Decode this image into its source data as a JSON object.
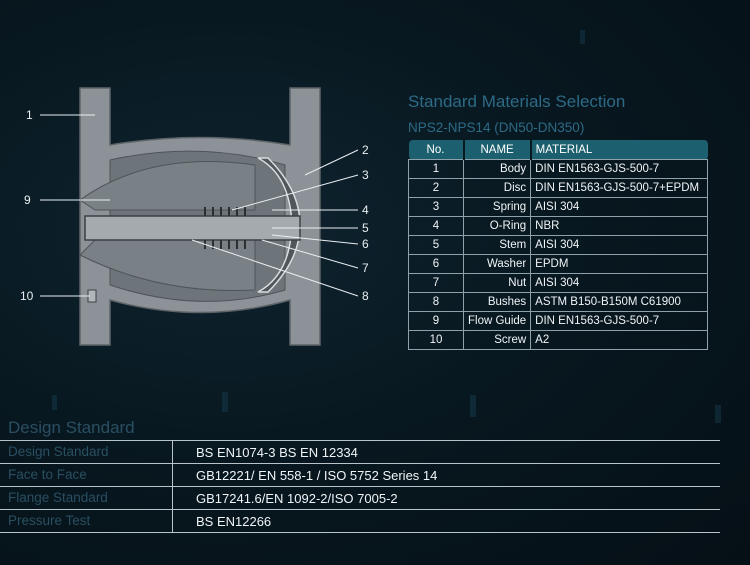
{
  "diagram": {
    "callouts": [
      "1",
      "2",
      "3",
      "4",
      "5",
      "6",
      "7",
      "8",
      "9",
      "10"
    ]
  },
  "materials": {
    "title": "Standard Materials Selection",
    "subtitle": "NPS2-NPS14 (DN50-DN350)",
    "headers": {
      "no": "No.",
      "name": "NAME",
      "material": "MATERIAL"
    },
    "rows": [
      {
        "no": "1",
        "name": "Body",
        "material": "DIN EN1563-GJS-500-7"
      },
      {
        "no": "2",
        "name": "Disc",
        "material": "DIN EN1563-GJS-500-7+EPDM"
      },
      {
        "no": "3",
        "name": "Spring",
        "material": "AISI 304"
      },
      {
        "no": "4",
        "name": "O-Ring",
        "material": "NBR"
      },
      {
        "no": "5",
        "name": "Stem",
        "material": "AISI 304"
      },
      {
        "no": "6",
        "name": "Washer",
        "material": "EPDM"
      },
      {
        "no": "7",
        "name": "Nut",
        "material": "AISI 304"
      },
      {
        "no": "8",
        "name": "Bushes",
        "material": "ASTM B150-B150M C61900"
      },
      {
        "no": "9",
        "name": "Flow Guide",
        "material": "DIN EN1563-GJS-500-7"
      },
      {
        "no": "10",
        "name": "Screw",
        "material": "A2"
      }
    ]
  },
  "design_standard": {
    "title": "Design Standard",
    "rows": [
      {
        "label": "Design Standard",
        "value": "BS EN1074-3   BS EN 12334"
      },
      {
        "label": "Face to Face",
        "value": "GB12221/ EN 558-1 / ISO 5752 Series 14"
      },
      {
        "label": "Flange Standard",
        "value": "GB17241.6/EN 1092-2/ISO 7005-2"
      },
      {
        "label": "Pressure Test",
        "value": "BS EN12266"
      }
    ]
  },
  "colors": {
    "background": "#081820",
    "title_blue": "#2c6a86",
    "header_teal": "#1c5f6e",
    "valve_gray": "#8c9297"
  }
}
